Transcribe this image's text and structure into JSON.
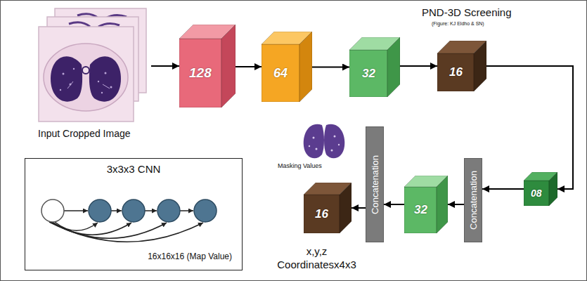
{
  "diagram": {
    "title": "PND-3D Screening",
    "nodes": [
      {
        "text": [
          "Input Cropped Image"
        ]
      },
      {
        "text": [
          "128"
        ]
      },
      {
        "text": [
          "64"
        ]
      },
      {
        "text": [
          "32"
        ]
      },
      {
        "text": [
          "16"
        ]
      },
      {
        "text": [
          "08"
        ]
      },
      {
        "text": [
          "Concatenation"
        ]
      },
      {
        "text": [
          "32"
        ]
      },
      {
        "text": [
          "Concatenation"
        ]
      },
      {
        "text": [
          "16"
        ]
      },
      {
        "text": [
          "3x3x3 CNN",
          "16x16x16 (Map Value)"
        ]
      }
    ],
    "edges": [
      {
        "from": 0,
        "to": 1,
        "arrow": "to"
      },
      {
        "from": 1,
        "to": 2,
        "arrow": "to"
      },
      {
        "from": 2,
        "to": 3,
        "arrow": "to"
      },
      {
        "from": 3,
        "to": 4,
        "arrow": "to"
      },
      {
        "from": 4,
        "to": 5,
        "arrow": "to"
      },
      {
        "from": 5,
        "to": 6,
        "arrow": "to"
      },
      {
        "from": 6,
        "to": 7,
        "arrow": "to"
      },
      {
        "from": 7,
        "to": 8,
        "arrow": "to"
      },
      {
        "from": 8,
        "to": 9,
        "arrow": "to"
      }
    ],
    "labels": [
      "(Figure: KJ Eldho & SN)",
      "Masking Values",
      "x,y,z Coordinatesx4x3"
    ]
  }
}
